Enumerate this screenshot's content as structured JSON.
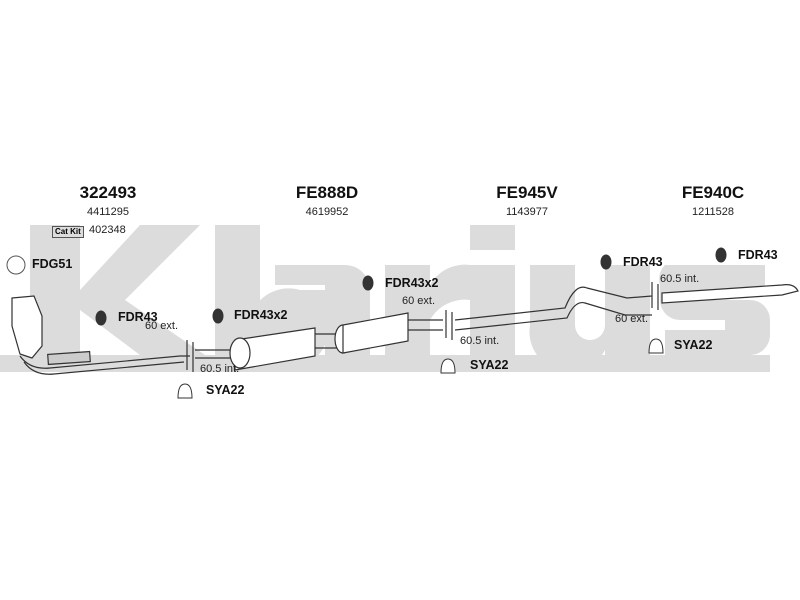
{
  "watermark": "Klarius",
  "sections": [
    {
      "code": "322493",
      "ref": "4411295",
      "catkit_label": "Cat Kit",
      "catkit_ref": "402348"
    },
    {
      "code": "FE888D",
      "ref": "4619952"
    },
    {
      "code": "FE945V",
      "ref": "1143977"
    },
    {
      "code": "FE940C",
      "ref": "1211528"
    }
  ],
  "parts": {
    "gasket": "FDG51",
    "rubber1": "FDR43",
    "rubber2": "FDR43x2",
    "rubber3": "FDR43x2",
    "rubber4": "FDR43",
    "rubber5": "FDR43",
    "clamp1": "SYA22",
    "clamp2": "SYA22",
    "clamp3": "SYA22"
  },
  "dimensions": {
    "d1": "60 ext.",
    "d2": "60.5 int.",
    "d3": "60 ext.",
    "d4": "60.5 int.",
    "d5": "60.5 int.",
    "d6": "60 ext."
  },
  "colors": {
    "watermark": "#dcdcdc",
    "line": "#333333"
  }
}
